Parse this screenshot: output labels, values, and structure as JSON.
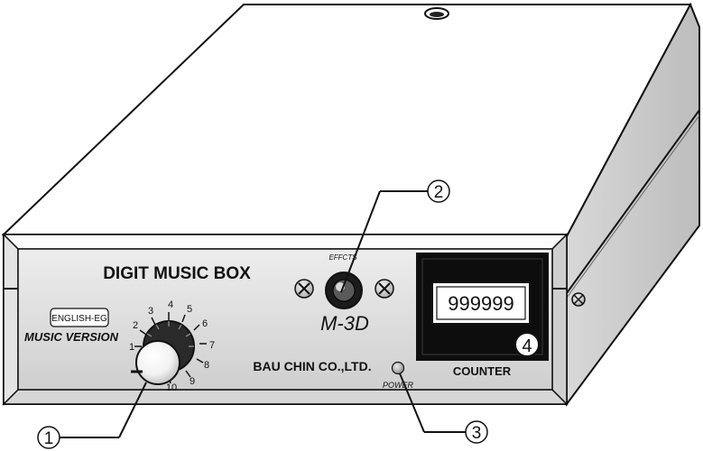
{
  "device": {
    "title": "DIGIT MUSIC BOX",
    "badge": "ENGLISH-EG",
    "version": "MUSIC VERSION",
    "effects_label": "EFFCTS",
    "model": "M-3D",
    "manufacturer": "BAU CHIN CO.,LTD.",
    "power_label": "POWER",
    "counter_value": "999999",
    "counter_label": "COUNTER"
  },
  "dial": {
    "scale": [
      "1",
      "2",
      "3",
      "4",
      "5",
      "6",
      "7",
      "8",
      "9",
      "10"
    ]
  },
  "callouts": [
    "1",
    "2",
    "3",
    "4"
  ]
}
